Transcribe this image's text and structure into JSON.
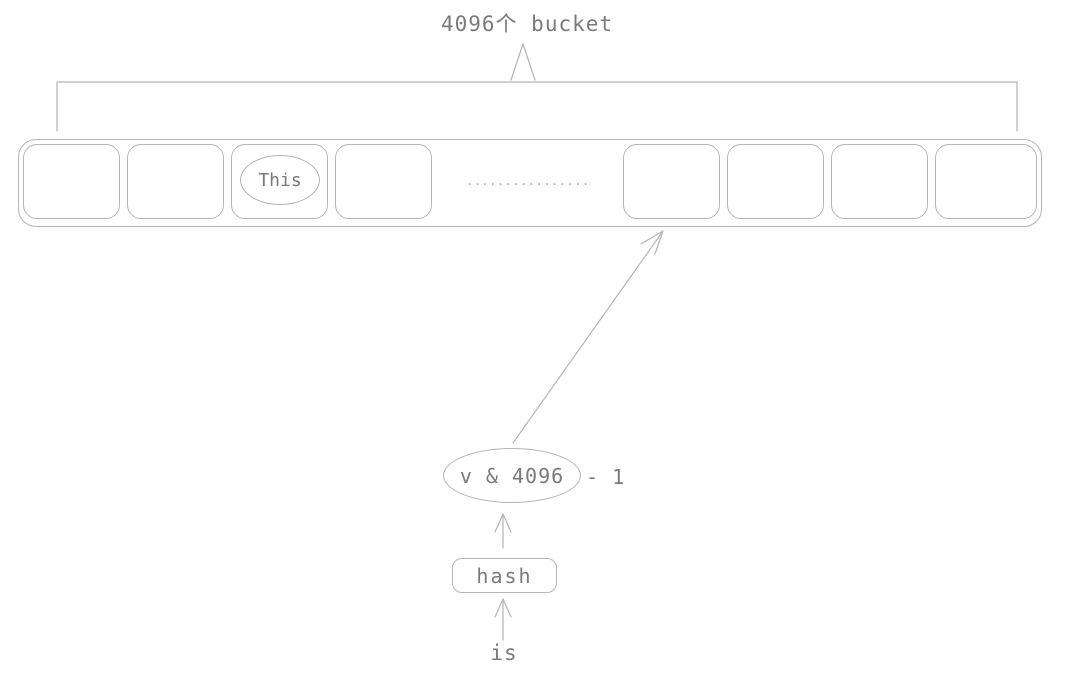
{
  "colors": {
    "stroke": "#b5b5b5",
    "text": "#7a7a7a",
    "background": "#ffffff"
  },
  "labels": {
    "bucket_count": "4096个 bucket",
    "bucket_total": 4096,
    "ellipsis": "................"
  },
  "bucket_row": {
    "visible_buckets": 8,
    "buckets": [
      "",
      "",
      "This",
      "",
      "",
      "",
      "",
      ""
    ],
    "this_label": "This"
  },
  "hash_flow": {
    "expression": "v & 4096",
    "suffix": "- 1",
    "function_label": "hash",
    "input_word": "is"
  }
}
